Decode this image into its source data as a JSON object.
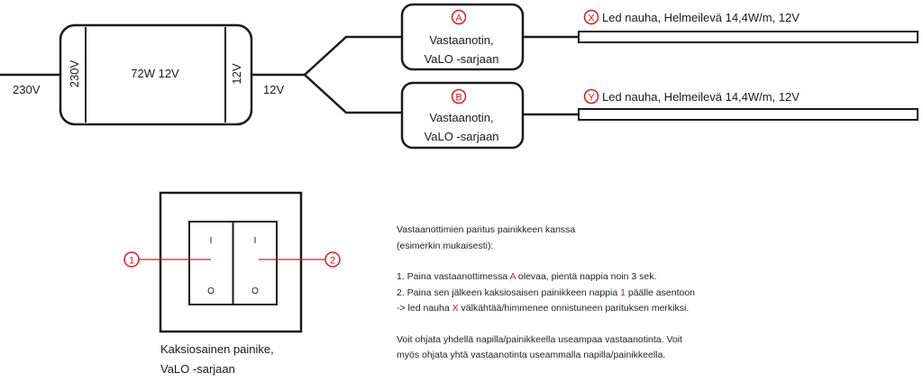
{
  "power": {
    "input_voltage": "230V",
    "supply": {
      "input_label": "230V",
      "center_label": "72W 12V",
      "output_label": "12V"
    },
    "output_voltage": "12V"
  },
  "receivers": [
    {
      "marker": "A",
      "line1": "Vastaanotin,",
      "line2": "VaLO -sarjaan"
    },
    {
      "marker": "B",
      "line1": "Vastaanotin,",
      "line2": "VaLO -sarjaan"
    }
  ],
  "strips": [
    {
      "marker": "X",
      "label": "Led nauha, Helmeilevä 14,4W/m, 12V"
    },
    {
      "marker": "Y",
      "label": "Led nauha, Helmeilevä 14,4W/m, 12V"
    }
  ],
  "switch": {
    "callouts": [
      "1",
      "2"
    ],
    "symbol_on": "I",
    "symbol_off": "O",
    "caption_line1": "Kaksiosainen painike,",
    "caption_line2": "VaLO -sarjaan"
  },
  "instructions": {
    "intro_line1": "Vastaanottimien paritus painikkeen kanssa",
    "intro_line2": "(esimerkin mukaisesti):",
    "step1_pre": "1. Paina vastaanottimessa ",
    "step1_ref": "A",
    "step1_post": " olevaa, pientä nappia noin 3 sek.",
    "step2_pre": "2. Paina sen jälkeen kaksiosaisen painikkeen nappia ",
    "step2_ref": "1",
    "step2_post": " päälle asentoon",
    "step3_pre": "-> led nauha ",
    "step3_ref": "X",
    "step3_post": " välkähtää/himmenee onnistuneen parituksen merkiksi.",
    "note_line1": "Voit ohjata yhdellä napilla/painikkeella useampaa vastaanotinta. Voit",
    "note_line2": "myös ohjata yhtä vastaanotinta useammalla napilla/painikkeella."
  },
  "colors": {
    "accent_red": "#d42020",
    "line": "#1a1a1a"
  }
}
